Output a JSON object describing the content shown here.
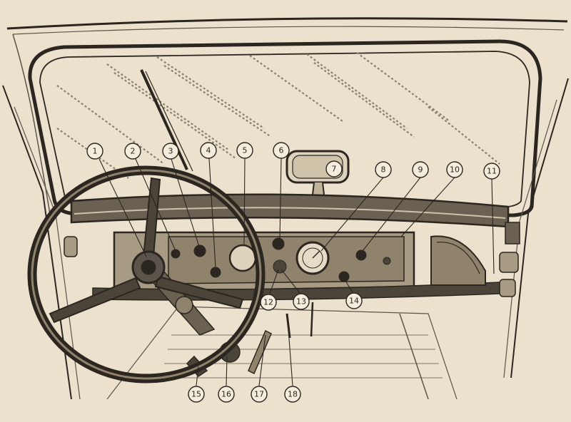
{
  "colors": {
    "paper": "#ebe1cc",
    "ink": "#2b2620",
    "ink_light": "#5b544a",
    "shade": "#9a9080",
    "callout_fill": "#f4ecdc"
  },
  "callouts": [
    {
      "id": "callout-1",
      "label": "1"
    },
    {
      "id": "callout-2",
      "label": "2"
    },
    {
      "id": "callout-3",
      "label": "3"
    },
    {
      "id": "callout-4",
      "label": "4"
    },
    {
      "id": "callout-5",
      "label": "5"
    },
    {
      "id": "callout-6",
      "label": "6"
    },
    {
      "id": "callout-7",
      "label": "7"
    },
    {
      "id": "callout-8",
      "label": "8"
    },
    {
      "id": "callout-9",
      "label": "9"
    },
    {
      "id": "callout-10",
      "label": "10"
    },
    {
      "id": "callout-11",
      "label": "11"
    },
    {
      "id": "callout-12",
      "label": "12"
    },
    {
      "id": "callout-13",
      "label": "13"
    },
    {
      "id": "callout-14",
      "label": "14"
    },
    {
      "id": "callout-15",
      "label": "15"
    },
    {
      "id": "callout-16",
      "label": "16"
    },
    {
      "id": "callout-17",
      "label": "17"
    },
    {
      "id": "callout-18",
      "label": "18"
    }
  ]
}
